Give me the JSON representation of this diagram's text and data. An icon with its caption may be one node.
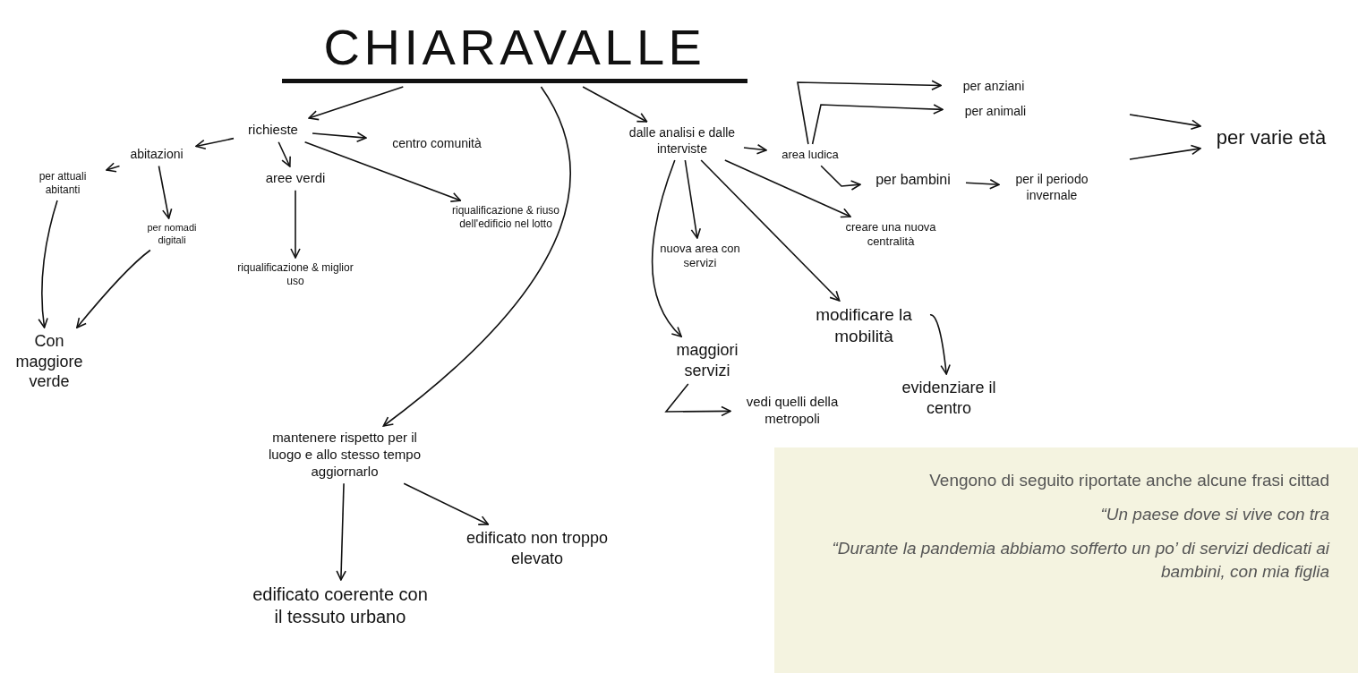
{
  "diagram": {
    "nodes": [
      {
        "text": [
          "CHIARAVALLE"
        ]
      },
      {
        "text": [
          "richieste"
        ]
      },
      {
        "text": [
          "abitazioni"
        ]
      },
      {
        "text": [
          "centro comunità"
        ]
      },
      {
        "text": [
          "aree verdi"
        ]
      },
      {
        "text": [
          "riqualificazione & riuso dell'edificio nel lotto"
        ]
      },
      {
        "text": [
          "per attuali abitanti"
        ]
      },
      {
        "text": [
          "per nomadi digitali"
        ]
      },
      {
        "text": [
          "riqualificazione & miglior uso"
        ]
      },
      {
        "text": [
          "Con maggiore verde"
        ]
      },
      {
        "text": [
          "dalle analisi e dalle interviste"
        ]
      },
      {
        "text": [
          "area ludica"
        ]
      },
      {
        "text": [
          "per anziani"
        ]
      },
      {
        "text": [
          "per animali"
        ]
      },
      {
        "text": [
          "per bambini"
        ]
      },
      {
        "text": [
          "per il periodo invernale"
        ]
      },
      {
        "text": [
          "per varie età"
        ]
      },
      {
        "text": [
          "nuova area con servizi"
        ]
      },
      {
        "text": [
          "creare una nuova centralità"
        ]
      },
      {
        "text": [
          "modificare la mobilità"
        ]
      },
      {
        "text": [
          "maggiori servizi"
        ]
      },
      {
        "text": [
          "evidenziare il centro"
        ]
      },
      {
        "text": [
          "vedi quelli della metropoli"
        ]
      },
      {
        "text": [
          "mantenere rispetto per il luogo e allo stesso tempo aggiornarlo"
        ]
      },
      {
        "text": [
          "edificato non troppo elevato"
        ]
      },
      {
        "text": [
          "edificato coerente con il tessuto urbano"
        ]
      },
      {
        "text": [
          "Vengono di seguito riportate anche alcune frasi cittad",
          "“Un paese dove si vive con tra",
          "“Durante la pandemia abbiamo sofferto un po’ di servizi dedicati ai bambini, con mia figlia"
        ]
      }
    ],
    "edges": [
      {
        "from": 0,
        "to": 1,
        "arrow": "to"
      },
      {
        "from": 0,
        "to": 10,
        "arrow": "to"
      },
      {
        "from": 0,
        "to": 23,
        "arrow": "to"
      },
      {
        "from": 1,
        "to": 2,
        "arrow": "to"
      },
      {
        "from": 1,
        "to": 3,
        "arrow": "to"
      },
      {
        "from": 1,
        "to": 4,
        "arrow": "to"
      },
      {
        "from": 1,
        "to": 5,
        "arrow": "to"
      },
      {
        "from": 2,
        "to": 6,
        "arrow": "to"
      },
      {
        "from": 2,
        "to": 7,
        "arrow": "to"
      },
      {
        "from": 4,
        "to": 8,
        "arrow": "to"
      },
      {
        "from": 6,
        "to": 9,
        "arrow": "to"
      },
      {
        "from": 7,
        "to": 9,
        "arrow": "to"
      },
      {
        "from": 10,
        "to": 11,
        "arrow": "to"
      },
      {
        "from": 10,
        "to": 17,
        "arrow": "to"
      },
      {
        "from": 10,
        "to": 18,
        "arrow": "to"
      },
      {
        "from": 10,
        "to": 19,
        "arrow": "to"
      },
      {
        "from": 10,
        "to": 20,
        "arrow": "to"
      },
      {
        "from": 11,
        "to": 12,
        "arrow": "to"
      },
      {
        "from": 11,
        "to": 13,
        "arrow": "to"
      },
      {
        "from": 11,
        "to": 14,
        "arrow": "to"
      },
      {
        "from": 14,
        "to": 15,
        "arrow": "to"
      },
      {
        "from": null,
        "to": 16,
        "arrow": "to"
      },
      {
        "from": null,
        "to": 16,
        "arrow": "to"
      },
      {
        "from": 19,
        "to": 21,
        "arrow": "to"
      },
      {
        "from": 20,
        "to": 22,
        "arrow": "to"
      },
      {
        "from": 23,
        "to": 24,
        "arrow": "to"
      },
      {
        "from": 23,
        "to": 25,
        "arrow": "to"
      }
    ]
  }
}
